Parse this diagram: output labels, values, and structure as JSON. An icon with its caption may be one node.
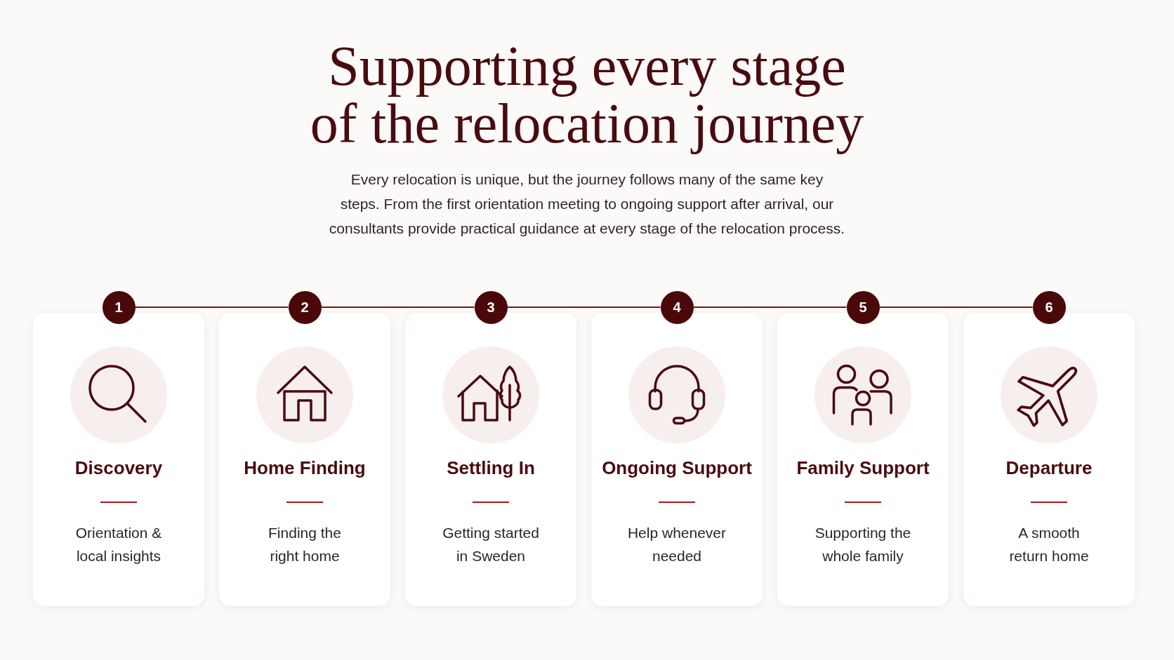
{
  "diagram": {
    "title": "Supporting every stage of the relocation journey",
    "nodes": [
      {
        "text": [
          "1"
        ]
      },
      {
        "text": [
          "2"
        ]
      },
      {
        "text": [
          "3"
        ]
      },
      {
        "text": [
          "4"
        ]
      },
      {
        "text": [
          "5"
        ]
      },
      {
        "text": [
          "6"
        ]
      },
      {
        "text": [
          "Discovery",
          "Orientation & local insights"
        ]
      },
      {
        "text": [
          "Home Finding",
          "Finding the right home"
        ]
      },
      {
        "text": [
          "Settling In",
          "Getting started in Sweden"
        ]
      },
      {
        "text": [
          "Ongoing Support",
          "Help whenever needed"
        ]
      },
      {
        "text": [
          "Family Support",
          "Supporting the whole family"
        ]
      },
      {
        "text": [
          "Departure",
          "A smooth return home"
        ]
      }
    ],
    "edges": [
      {
        "from": 0,
        "to": 1,
        "arrow": "none"
      },
      {
        "from": 1,
        "to": 2,
        "arrow": "none"
      },
      {
        "from": 2,
        "to": 3,
        "arrow": "none"
      },
      {
        "from": 3,
        "to": 4,
        "arrow": "none"
      },
      {
        "from": 4,
        "to": 5,
        "arrow": "none"
      }
    ],
    "labels": [
      "Every relocation is unique, but the journey follows many of the same key steps. From the first orientation meeting to ongoing support after arrival, our consultants provide practical guidance at every stage of the relocation process."
    ]
  }
}
